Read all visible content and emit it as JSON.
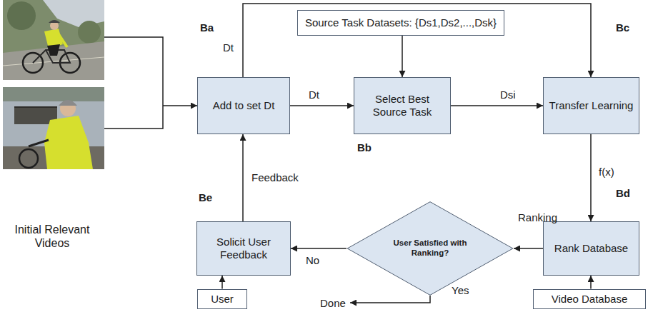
{
  "diagram": {
    "nodes": [
      {
        "text": [
          "Add to set Dt"
        ]
      },
      {
        "text": [
          "Source Task Datasets: {Ds1,Ds2,...,Dsk}"
        ]
      },
      {
        "text": [
          "Select Best Source Task"
        ]
      },
      {
        "text": [
          "Transfer Learning"
        ]
      },
      {
        "text": [
          "Rank Database"
        ]
      },
      {
        "text": [
          "User Satisfied with Ranking?"
        ]
      },
      {
        "text": [
          "Solicit User Feedback"
        ]
      },
      {
        "text": [
          "User"
        ]
      },
      {
        "text": [
          "Video Database"
        ]
      }
    ],
    "edges": [
      {
        "from": 0,
        "to": 2,
        "label": "Dt",
        "arrow": "to"
      },
      {
        "from": 0,
        "to": 3,
        "label": "Dt",
        "arrow": "to"
      },
      {
        "from": 1,
        "to": 2,
        "arrow": "to"
      },
      {
        "from": 2,
        "to": 3,
        "label": "Dsi",
        "arrow": "to"
      },
      {
        "from": 3,
        "to": 4,
        "label": "f(x)",
        "arrow": "to"
      },
      {
        "from": 8,
        "to": 4,
        "arrow": "to"
      },
      {
        "from": 4,
        "to": 5,
        "label": "Ranking",
        "arrow": "to"
      },
      {
        "from": 5,
        "to": 6,
        "label": "No",
        "arrow": "to"
      },
      {
        "from": 7,
        "to": 6,
        "arrow": "to"
      },
      {
        "from": 6,
        "to": 0,
        "label": "Feedback",
        "arrow": "to"
      }
    ],
    "labels": [
      "Ba",
      "Bb",
      "Bc",
      "Bd",
      "Be",
      "Initial Relevant Videos",
      "Yes",
      "Done"
    ]
  }
}
